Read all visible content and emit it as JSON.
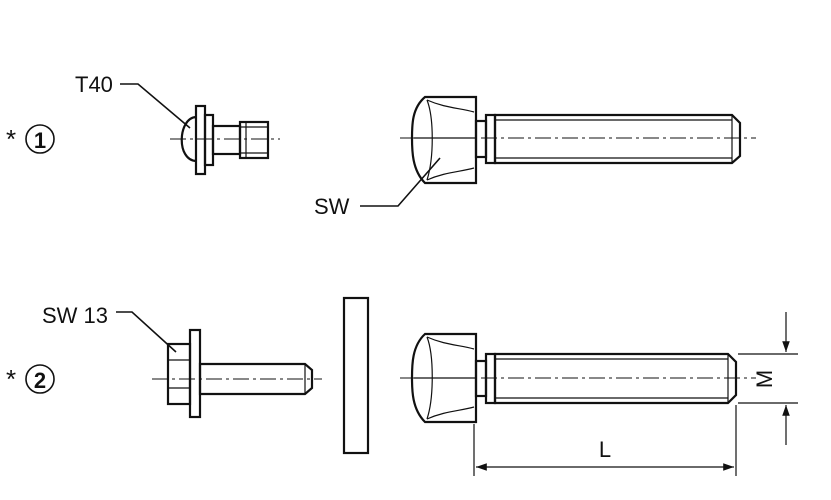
{
  "labels": {
    "item1_marker": "*",
    "item1_number": "1",
    "item2_marker": "*",
    "item2_number": "2",
    "t40": "T40",
    "sw": "SW",
    "sw13": "SW 13",
    "dim_m": "M",
    "dim_l": "L"
  },
  "colors": {
    "line": "#111111",
    "background": "#ffffff"
  }
}
